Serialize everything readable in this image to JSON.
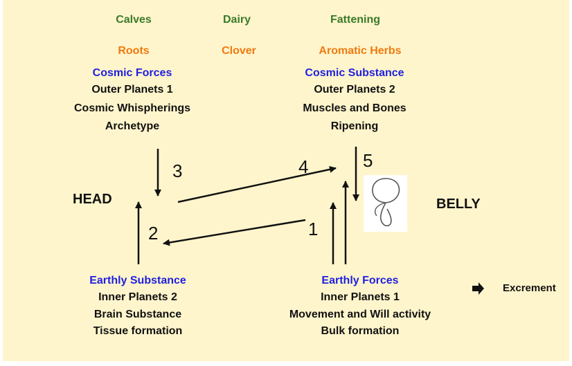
{
  "top_labels": [
    "Calves",
    "Dairy",
    "Fattening"
  ],
  "plant_labels": [
    "Roots",
    "Clover",
    "Aromatic Herbs"
  ],
  "cosmic_forces": {
    "title": "Cosmic  Forces",
    "lines": [
      "Outer Planets  1",
      "Cosmic Whispherings",
      "Archetype"
    ]
  },
  "cosmic_substance": {
    "title": "Cosmic Substance",
    "lines": [
      "Outer Planets 2",
      "Muscles and Bones",
      "Ripening"
    ]
  },
  "earthly_substance": {
    "title": "Earthly Substance",
    "lines": [
      "Inner Planets  2",
      "Brain Substance",
      "Tissue formation"
    ]
  },
  "earthly_forces": {
    "title": "Earthly   Forces",
    "lines": [
      "Inner Planets  1",
      "Movement and Will activity",
      "Bulk formation"
    ]
  },
  "head_label": "HEAD",
  "belly_label": "BELLY",
  "excrement_label": "Excrement",
  "arrow_numbers": [
    "1",
    "2",
    "3",
    "4",
    "5"
  ],
  "colors": {
    "background": "#FFF5CC",
    "green": "#3A7A2A",
    "orange": "#F07A10",
    "blue": "#1F1FE0"
  }
}
